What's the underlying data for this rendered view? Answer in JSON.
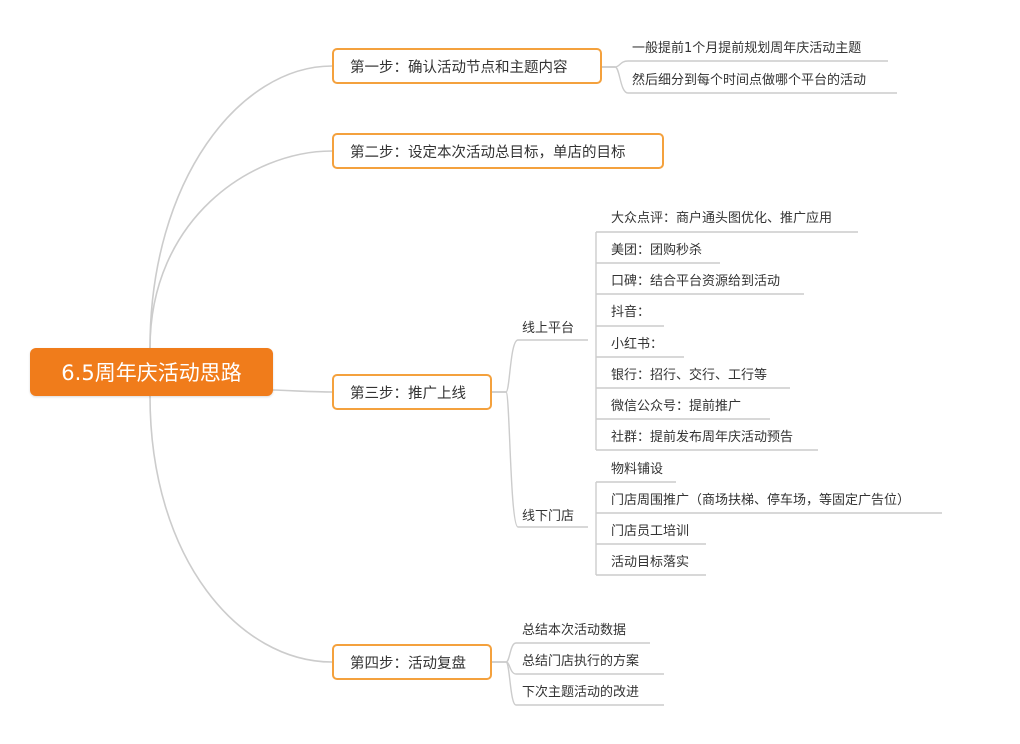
{
  "root": {
    "label": "6.5周年庆活动思路"
  },
  "steps": [
    {
      "label": "第一步：确认活动节点和主题内容",
      "items": [
        "一般提前1个月提前规划周年庆活动主题",
        "然后细分到每个时间点做哪个平台的活动"
      ]
    },
    {
      "label": "第二步：设定本次活动总目标，单店的目标",
      "items": []
    },
    {
      "label": "第三步：推广上线",
      "groups": [
        {
          "label": "线上平台",
          "items": [
            "大众点评：商户通头图优化、推广应用",
            "美团：团购秒杀",
            "口碑：结合平台资源给到活动",
            "抖音：",
            "小红书：",
            "银行：招行、交行、工行等",
            "微信公众号：提前推广",
            "社群：提前发布周年庆活动预告"
          ]
        },
        {
          "label": "线下门店",
          "items": [
            "物料铺设",
            "门店周围推广（商场扶梯、停车场，等固定广告位）",
            "门店员工培训",
            "活动目标落实"
          ]
        }
      ]
    },
    {
      "label": "第四步：活动复盘",
      "items": [
        "总结本次活动数据",
        "总结门店执行的方案",
        "下次主题活动的改进"
      ]
    }
  ],
  "colors": {
    "root": "#f07c1b",
    "step_border": "#f4a13d",
    "branch": "#cccccc",
    "text": "#333333"
  }
}
